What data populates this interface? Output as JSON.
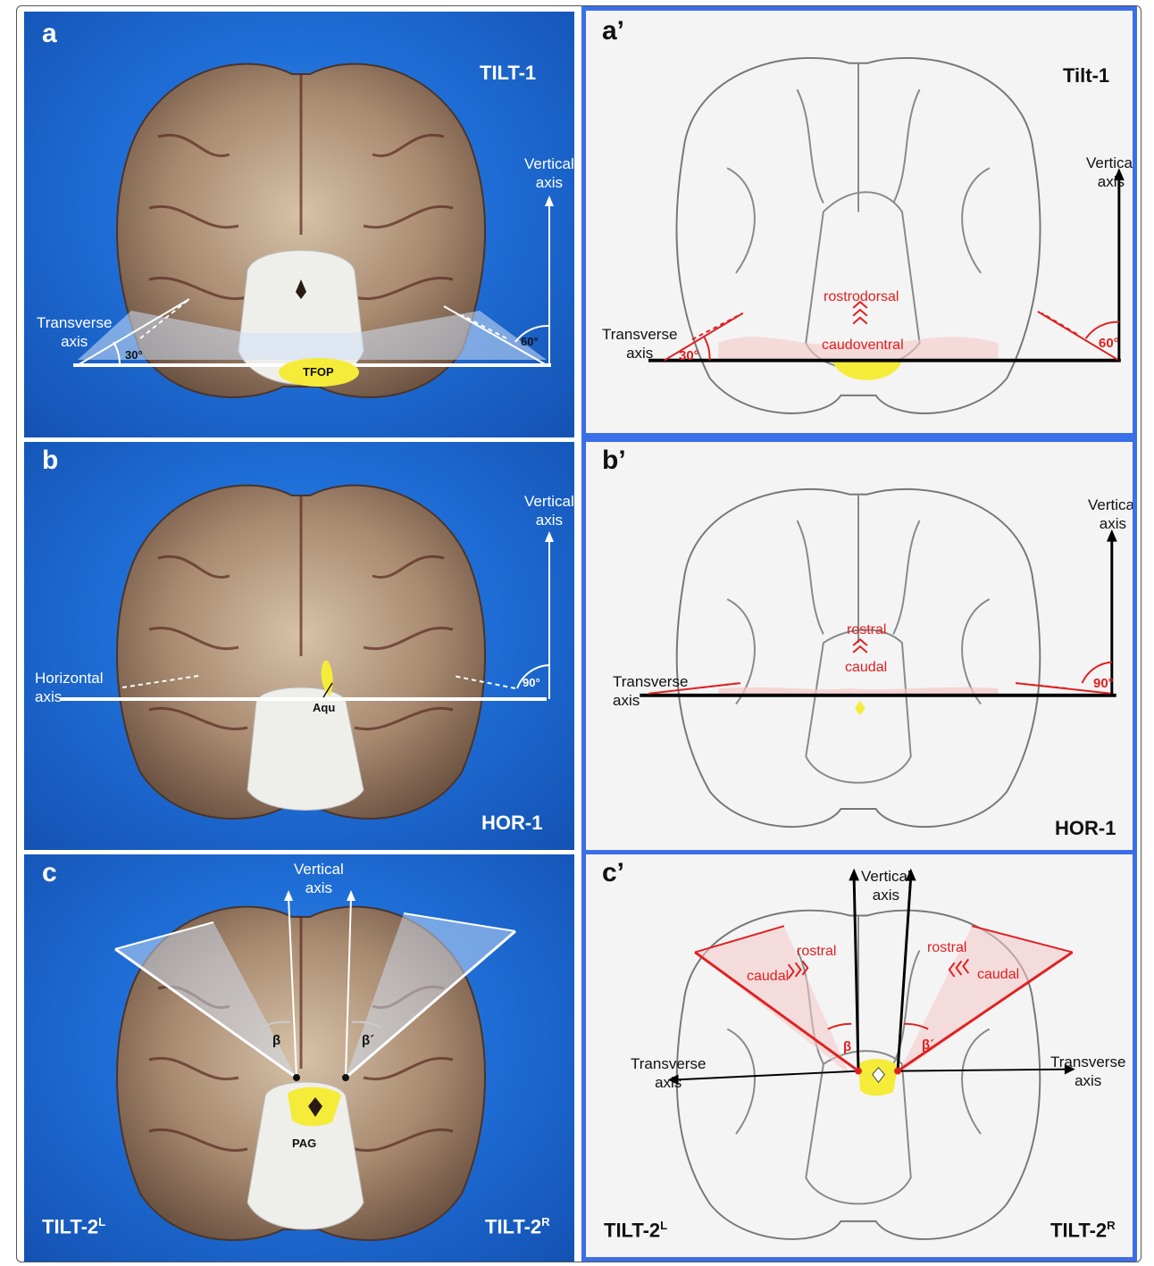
{
  "panels": {
    "a": {
      "letter": "a",
      "tag": "TILT-1",
      "vertical_axis": [
        "Vertical",
        "axis"
      ],
      "transverse_axis": [
        "Transverse",
        "axis"
      ],
      "angle_left": "30°",
      "angle_right": "60°",
      "structure": "TFOP"
    },
    "a2": {
      "letter": "a’",
      "tag": "Tilt-1",
      "vertical_axis": [
        "Vertical",
        "axis"
      ],
      "transverse_axis": [
        "Transverse",
        "axis"
      ],
      "angle_left": "30°",
      "angle_right": "60°",
      "dir_top": "rostrodorsal",
      "dir_bottom": "caudoventral"
    },
    "b": {
      "letter": "b",
      "tag": "HOR-1",
      "vertical_axis": [
        "Vertical",
        "axis"
      ],
      "horizontal_axis": [
        "Horizontal",
        "axis"
      ],
      "angle_right": "90°",
      "structure": "Aqu"
    },
    "b2": {
      "letter": "b’",
      "tag": "HOR-1",
      "vertical_axis": [
        "Vertical",
        "axis"
      ],
      "transverse_axis": [
        "Transverse",
        "axis"
      ],
      "angle_right": "90°",
      "dir_top": "rostral",
      "dir_bottom": "caudal"
    },
    "c": {
      "letter": "c",
      "tag_left": "TILT-2",
      "tag_left_sup": "L",
      "tag_right": "TILT-2",
      "tag_right_sup": "R",
      "vertical_axis": [
        "Vertical",
        "axis"
      ],
      "angle_left": "β",
      "angle_right": "β´",
      "structure": "PAG"
    },
    "c2": {
      "letter": "c’",
      "tag_left": "TILT-2",
      "tag_left_sup": "L",
      "tag_right": "TILT-2",
      "tag_right_sup": "R",
      "vertical_axis": [
        "Vertical",
        "axis"
      ],
      "transverse_left": [
        "Transverse",
        "axis"
      ],
      "transverse_right": [
        "Transverse",
        "axis"
      ],
      "angle_left": "β",
      "angle_right": "β´",
      "left_rostral": "rostral",
      "left_caudal": "caudal",
      "right_rostral": "rostral",
      "right_caudal": "caudal"
    }
  },
  "colors": {
    "photo_background": "#1f6fd8",
    "panel_border": "#3b6fe8",
    "accent_red": "#e02020",
    "structure_yellow": "#f5ec3a",
    "axis_black": "#000000"
  }
}
